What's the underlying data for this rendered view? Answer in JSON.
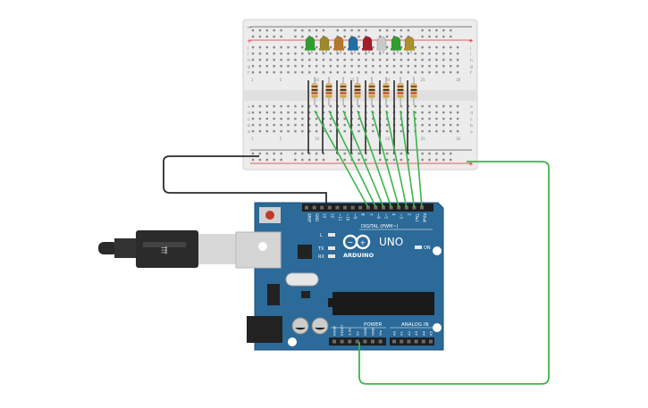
{
  "board": {
    "brand": "ARDUINO",
    "model": "UNO",
    "digital_label": "DIGITAL (PWM~)",
    "power_label": "POWER",
    "analog_label": "ANALOG IN",
    "on_label": "ON",
    "led_l": "L",
    "led_tx": "TX",
    "led_rx": "RX",
    "header_top_labels": [
      "AREF",
      "GND",
      "13",
      "12",
      "~11",
      "~10",
      "~9",
      "8",
      "7",
      "~6",
      "~5",
      "4",
      "~3",
      "2",
      "TX▸1",
      "RX◂0"
    ],
    "power_pin_labels": [
      "IOREF",
      "RESET",
      "3.3V",
      "5V",
      "GND",
      "GND",
      "Vin"
    ],
    "analog_pin_labels": [
      "A0",
      "A1",
      "A2",
      "A3",
      "A4",
      "A5"
    ]
  },
  "breadboard": {
    "row_letters_top": [
      "j",
      "i",
      "h",
      "g",
      "f"
    ],
    "row_letters_bottom": [
      "e",
      "d",
      "c",
      "b",
      "a"
    ],
    "column_numbers": [
      "1",
      "5",
      "10",
      "15",
      "20",
      "25",
      "30"
    ],
    "rail_minus": "−",
    "rail_plus": "+"
  },
  "leds": [
    {
      "name": "green",
      "color": "#2f9e2f"
    },
    {
      "name": "olive",
      "color": "#9c8a2a"
    },
    {
      "name": "orange",
      "color": "#b4782c"
    },
    {
      "name": "blue",
      "color": "#1f6ea3"
    },
    {
      "name": "red",
      "color": "#a11d2a"
    },
    {
      "name": "white",
      "color": "#c9c9c9"
    },
    {
      "name": "green",
      "color": "#2f9e2f"
    },
    {
      "name": "yellow",
      "color": "#a9922a"
    }
  ],
  "colors": {
    "wire_green": "#3cb54a",
    "wire_black": "#2b2b2b",
    "board_blue": "#2b6a99",
    "breadboard": "#ececec"
  }
}
